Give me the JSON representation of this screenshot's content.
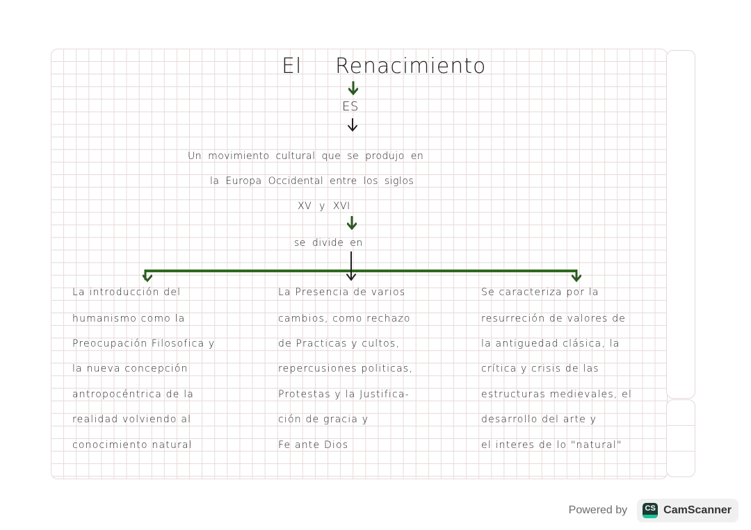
{
  "document": {
    "title_part1": "El",
    "title_part2": "Renacimiento",
    "connector_1": "ES",
    "definition_lines": [
      "Un   movimiento   cultural   que   se   produjo   en",
      "la   Europa   Occidental   entre   los   siglos",
      "XV  y  XVI"
    ],
    "connector_2": "se   divide   en",
    "branches": [
      {
        "lines": [
          "La   introducción   del",
          "humanismo   como   la",
          "Preocupación   Filosofica   y",
          "la   nueva   concepción",
          "antropocéntrica   de   la",
          "realidad   volviendo   al",
          "conocimiento   natural"
        ]
      },
      {
        "lines": [
          "La   Presencia   de   varios",
          "cambios,   como   rechazo",
          "de   Practicas   y   cultos,",
          "repercusiones   politicas,",
          "Protestas   y   la   Justifica-",
          "ción   de   gracia   y",
          "Fe   ante   Dios"
        ]
      },
      {
        "lines": [
          "Se   caracteriza   por   la",
          "resurreción   de   valores   de",
          "la   antiguedad   clásica,   la",
          "crítica   y   crisis   de   las",
          "estructuras   medievales,   el",
          "desarrollo   del   arte   y",
          "el   interes   de   lo  \"natural\""
        ]
      }
    ],
    "colors": {
      "ink": "#1f1f1f",
      "green_marker": "#2f6a1f",
      "grid": "#e6d8da"
    }
  },
  "footer": {
    "powered_by": "Powered by",
    "logo_text": "CS",
    "brand": "CamScanner"
  }
}
